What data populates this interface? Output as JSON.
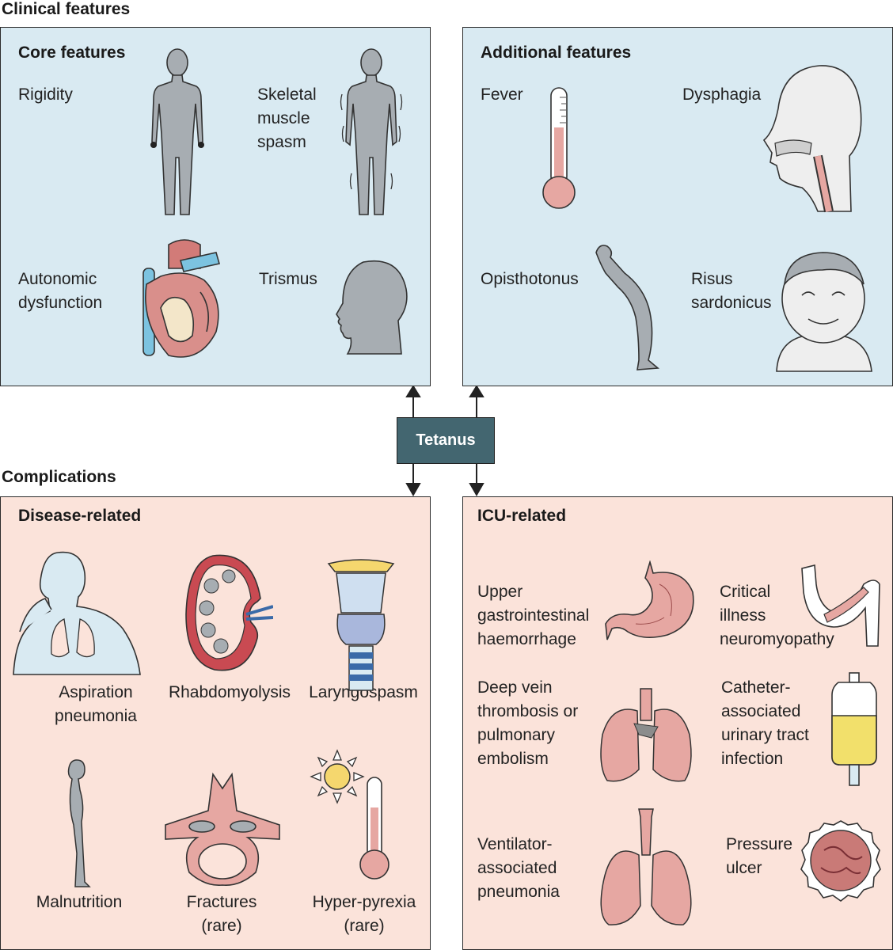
{
  "sections": {
    "clinical": "Clinical features",
    "complications": "Complications"
  },
  "center": {
    "label": "Tetanus"
  },
  "panels": {
    "core": {
      "title": "Core features",
      "items": {
        "rigidity": "Rigidity",
        "spasm": "Skeletal\nmuscle\nspasm",
        "autonomic": "Autonomic\ndysfunction",
        "trismus": "Trismus"
      }
    },
    "additional": {
      "title": "Additional features",
      "items": {
        "fever": "Fever",
        "dysphagia": "Dysphagia",
        "opisthotonus": "Opisthotonus",
        "risus": "Risus\nsardonicus"
      }
    },
    "disease": {
      "title": "Disease-related",
      "items": {
        "aspiration": "Aspiration\npneumonia",
        "rhabdo": "Rhabdomyolysis",
        "laryngospasm": "Laryngospasm",
        "malnutrition": "Malnutrition",
        "fractures": "Fractures\n(rare)",
        "hyperpyrexia": "Hyper-pyrexia\n(rare)"
      }
    },
    "icu": {
      "title": "ICU-related",
      "items": {
        "gi": "Upper\ngastrointestinal\nhaemorrhage",
        "cin": "Critical\nillness\nneuromyopathy",
        "dvt": "Deep vein\nthrombosis or\npulmonary\nembolism",
        "cauti": "Catheter-\nassociated\nurinary tract\ninfection",
        "vap": "Ventilator-\nassociated\npneumonia",
        "ulcer": "Pressure\nulcer"
      }
    }
  },
  "colors": {
    "clinical_bg": "#d9eaf2",
    "complications_bg": "#fbe3da",
    "tetanus_box": "#436670",
    "body_grey": "#a7adb2",
    "organ_pink": "#e6a7a2"
  },
  "icons": [
    "human-body-icon",
    "heart-icon",
    "head-profile-icon",
    "thermometer-icon",
    "throat-cross-section-icon",
    "arched-body-icon",
    "child-face-icon",
    "lungs-icon",
    "kidney-icon",
    "larynx-icon",
    "vertebra-icon",
    "sun-icon",
    "stomach-icon",
    "arm-muscle-icon",
    "urine-bag-icon",
    "ulcer-icon"
  ]
}
